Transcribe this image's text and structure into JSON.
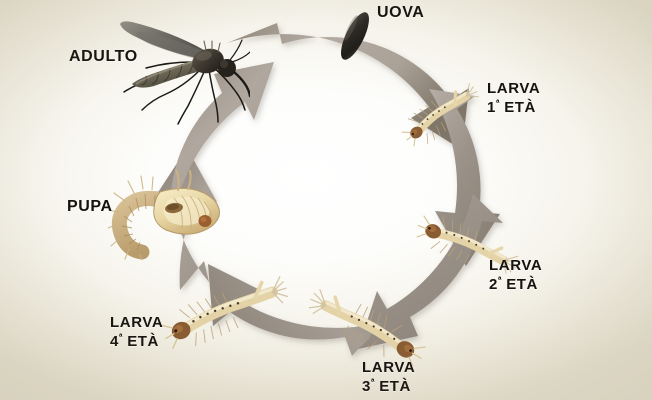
{
  "diagram": {
    "title_text": "",
    "background_color": "#f3f0e6",
    "ring": {
      "arrow_color_light": "#b3aba2",
      "arrow_color_dark": "#7d7469",
      "direction": "clockwise",
      "segments": 6
    },
    "stages": [
      {
        "id": "uova",
        "label_line1": "UOVA",
        "label_line2": "",
        "ordinal": "",
        "icon": "mosquito-egg-icon",
        "color": "#2b2823"
      },
      {
        "id": "larva1",
        "label_line1": "LARVA",
        "label_line2": "ETÀ",
        "ordinal": "1",
        "ordinal_suffix": "ª",
        "icon": "mosquito-larva-icon",
        "color": "#e7d8ae"
      },
      {
        "id": "larva2",
        "label_line1": "LARVA",
        "label_line2": "ETÀ",
        "ordinal": "2",
        "ordinal_suffix": "ª",
        "icon": "mosquito-larva-icon",
        "color": "#e7d8ae"
      },
      {
        "id": "larva3",
        "label_line1": "LARVA",
        "label_line2": "ETÀ",
        "ordinal": "3",
        "ordinal_suffix": "ª",
        "icon": "mosquito-larva-icon",
        "color": "#e7d8ae"
      },
      {
        "id": "larva4",
        "label_line1": "LARVA",
        "label_line2": "ETÀ",
        "ordinal": "4",
        "ordinal_suffix": "ª",
        "icon": "mosquito-larva-icon",
        "color": "#e7d8ae"
      },
      {
        "id": "pupa",
        "label_line1": "PUPA",
        "label_line2": "",
        "ordinal": "",
        "icon": "mosquito-pupa-icon",
        "color": "#d9c08e"
      },
      {
        "id": "adulto",
        "label_line1": "ADULTO",
        "label_line2": "",
        "ordinal": "",
        "icon": "adult-mosquito-icon",
        "color": "#3a352c"
      }
    ]
  }
}
